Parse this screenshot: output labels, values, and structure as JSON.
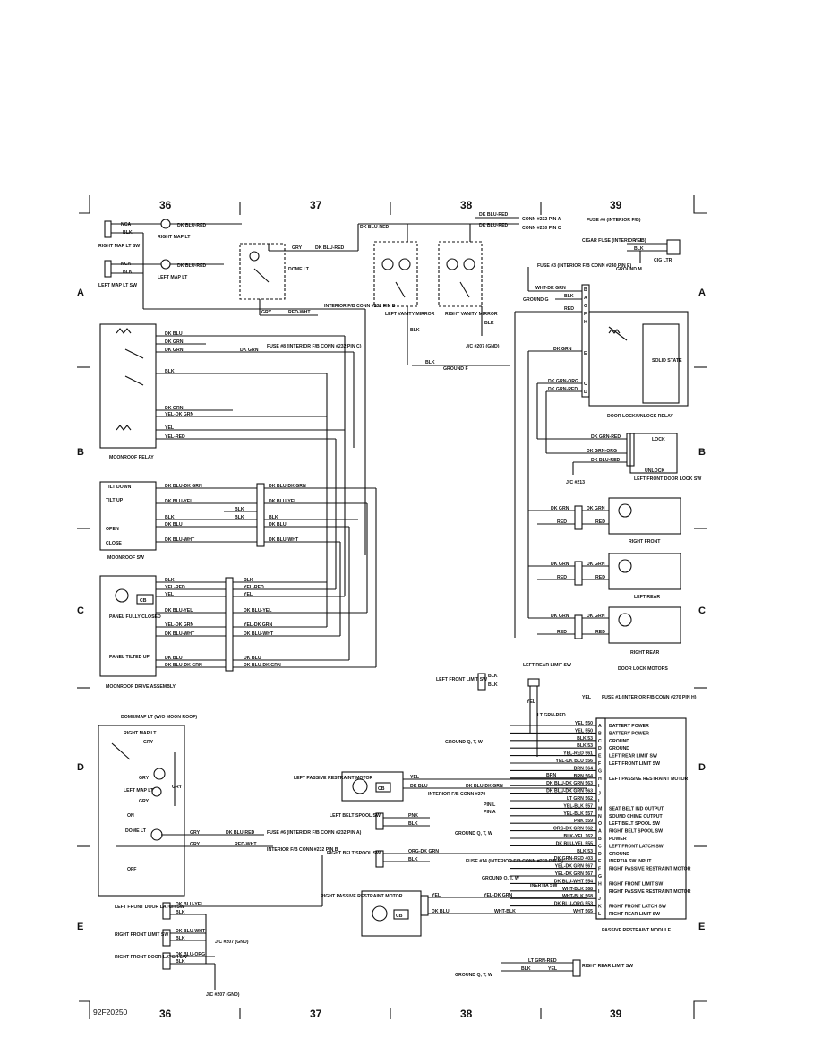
{
  "grid": {
    "top_numbers": [
      "36",
      "37",
      "38",
      "39"
    ],
    "bottom_numbers": [
      "36",
      "37",
      "38",
      "39"
    ],
    "left_letters": [
      "A",
      "B",
      "C",
      "D",
      "E"
    ],
    "right_letters": [
      "A",
      "B",
      "C",
      "D",
      "E"
    ],
    "figure_id": "92F20250"
  },
  "components": {
    "right_map_sw": "RIGHT MAP LT SW",
    "left_map_sw": "LEFT MAP LT SW",
    "right_map_lt": "RIGHT MAP LT",
    "left_map_lt": "LEFT MAP LT",
    "dome_lt": "DOME LT",
    "left_vanity": "LEFT VANITY MIRROR",
    "right_vanity": "RIGHT VANITY MIRROR",
    "moonroof_relay": "MOONROOF RELAY",
    "moonroof_sw": "MOONROOF SW",
    "moonroof_drive": "MOONROOF DRIVE ASSEMBLY",
    "door_lock_relay": "DOOR LOCK/UNLOCK RELAY",
    "solid_state": "SOLID STATE",
    "left_front_door_lock_sw": "LEFT FRONT DOOR LOCK SW",
    "right_front": "RIGHT FRONT",
    "left_rear": "LEFT REAR",
    "right_rear": "RIGHT REAR",
    "door_lock_motors": "DOOR LOCK MOTORS",
    "cig_ltr": "CIG LTR",
    "dome_map_lt": "DOME/MAP LT (W/O MOON ROOF)",
    "left_passive_motor": "LEFT PASSIVE RESTRAINT MOTOR",
    "right_passive_motor": "RIGHT PASSIVE RESTRAINT MOTOR",
    "passive_module": "PASSIVE RESTRAINT MODULE",
    "left_front_limit_sw": "LEFT FRONT LIMIT SW",
    "left_rear_limit_sw": "LEFT REAR LIMIT SW",
    "left_belt_spool": "LEFT BELT SPOOL SW",
    "right_belt_spool": "RIGHT BELT SPOOL SW",
    "left_front_latch": "LEFT FRONT DOOR LATCH SW",
    "right_front_limit": "RIGHT FRONT LIMIT SW",
    "right_front_latch": "RIGHT FRONT DOOR LATCH SW",
    "right_rear_limit": "RIGHT REAR LIMIT SW",
    "cb": "CB",
    "lock": "LOCK",
    "unlock": "UNLOCK",
    "tilt_down": "TILT DOWN",
    "tilt_up": "TILT UP",
    "open": "OPEN",
    "close": "CLOSE",
    "panel_closed": "PANEL FULLY CLOSED",
    "panel_tilted": "PANEL TILTED UP",
    "on": "ON",
    "dome_lt2": "DOME LT",
    "off": "OFF"
  },
  "refs": {
    "conn232a": "CONN #232 PIN A",
    "conn210c": "CONN #210 PIN C",
    "fuse6_top": "FUSE #6 (INTERIOR F/B)",
    "cigar_fuse": "CIGAR FUSE (INTERIOR F/B)",
    "ground_m": "GROUND M",
    "fuse3": "FUSE #3 (INTERIOR F/B CONN #240 PIN E)",
    "ground_g": "GROUND G",
    "int_fb_232b": "INTERIOR F/B CONN #232 PIN B",
    "fuse8": "FUSE #8 (INTERIOR F/B CONN #232 PIN C)",
    "jc207_gnd": "J/C #207 (GND)",
    "ground_f": "GROUND F",
    "jc213": "J/C #213",
    "fuse1": "FUSE #1 (INTERIOR F/B CONN #270 PIN H)",
    "ground_qtw": "GROUND Q, T, W",
    "int_fb_270": "INTERIOR F/B CONN #270",
    "pin_l": "PIN L",
    "pin_a": "PIN A",
    "fuse14": "FUSE #14 (INTERIOR F/B CONN #270 PIN M)",
    "inertia_sw": "INERTIA SW",
    "fuse6_bottom": "FUSE #6 (INTERIOR F/B CONN #232 PIN A)",
    "int_fb_232b2": "INTERIOR F/B CONN #232 PIN B",
    "jc207_gnd2": "J/C #207 (GND)",
    "jc207_bottom": "J/C #207 (GND)"
  },
  "module_pins": [
    {
      "pin": "A",
      "wire": "YEL 550",
      "fn": "BATTERY POWER"
    },
    {
      "pin": "B",
      "wire": "YEL 550",
      "fn": "BATTERY POWER"
    },
    {
      "pin": "C",
      "wire": "BLK 53",
      "fn": "GROUND"
    },
    {
      "pin": "D",
      "wire": "BLK 53",
      "fn": "GROUND"
    },
    {
      "pin": "E",
      "wire": "YEL-RED 561",
      "fn": "LEFT REAR LIMIT SW"
    },
    {
      "pin": "F",
      "wire": "YEL-DK BLU 556",
      "fn": "LEFT FRONT LIMIT SW"
    },
    {
      "pin": "G",
      "wire": "BRN 564",
      "fn": ""
    },
    {
      "pin": "H",
      "wire": "BRN 564",
      "fn": "LEFT PASSIVE RESTRAINT MOTOR"
    },
    {
      "pin": "I",
      "wire": "DK BLU-DK GRN 563",
      "fn": ""
    },
    {
      "pin": "J",
      "wire": "DK BLU-DK GRN 563",
      "fn": ""
    },
    {
      "pin": "L",
      "wire": "LT GRN 562",
      "fn": ""
    },
    {
      "pin": "M",
      "wire": "YEL-BLK 557",
      "fn": "SEAT BELT IND OUTPUT"
    },
    {
      "pin": "N",
      "wire": "YEL-BLK 557",
      "fn": "SOUND CHIME OUTPUT"
    },
    {
      "pin": "O",
      "wire": "PNK 559",
      "fn": "LEFT BELT SPOOL SW"
    },
    {
      "pin": "A",
      "wire": "ORG-DK GRN 562",
      "fn": "RIGHT BELT SPOOL SW"
    },
    {
      "pin": "B",
      "wire": "BLK-YEL 162",
      "fn": "POWER"
    },
    {
      "pin": "C",
      "wire": "DK BLU-YEL 555",
      "fn": "LEFT FRONT LATCH SW"
    },
    {
      "pin": "D",
      "wire": "BLK 53",
      "fn": "GROUND"
    },
    {
      "pin": "E",
      "wire": "DK GRN-RED 403",
      "fn": "INERTIA SW INPUT"
    },
    {
      "pin": "F",
      "wire": "YEL-DK GRN 567",
      "fn": "RIGHT PASSIVE RESTRAINT MOTOR"
    },
    {
      "pin": "G",
      "wire": "YEL-DK GRN 567",
      "fn": ""
    },
    {
      "pin": "H",
      "wire": "DK BLU-WHT 554",
      "fn": "RIGHT FRONT LIMIT SW"
    },
    {
      "pin": "I",
      "wire": "WHT-BLK 568",
      "fn": "RIGHT PASSIVE RESTRAINT MOTOR"
    },
    {
      "pin": "J",
      "wire": "WHT-BLK 568",
      "fn": ""
    },
    {
      "pin": "K",
      "wire": "DK BLU-ORG 553",
      "fn": "RIGHT FRONT LATCH SW"
    },
    {
      "pin": "L",
      "wire": "WHT 565",
      "fn": "RIGHT REAR LIMIT SW"
    }
  ],
  "relay_pins": [
    "B",
    "A",
    "G",
    "F",
    "H",
    "E",
    "C",
    "D"
  ],
  "wires": {
    "dk_blu_red": "DK BLU-RED",
    "blk": "BLK",
    "gry": "GRY",
    "red_wht": "RED-WHT",
    "yel": "YEL",
    "wht_dk_grn": "WHT-DK GRN",
    "red": "RED",
    "dk_grn": "DK GRN",
    "dk_grn_org": "DK GRN-ORG",
    "dk_grn_red": "DK GRN-RED",
    "dk_blu": "DK BLU",
    "yel_dk_grn": "YEL-DK GRN",
    "yel_red": "YEL-RED",
    "dk_blu_dk_grn": "DK BLU-DK GRN",
    "dk_blu_yel": "DK BLU-YEL",
    "dk_blu_wht": "DK BLU-WHT",
    "lt_grn_red": "LT GRN-RED",
    "brn": "BRN",
    "pnk": "PNK",
    "org_dk_grn": "ORG-DK GRN",
    "wht_blk": "WHT-BLK",
    "dk_blu_org": "DK BLU-ORG",
    "nca": "NCA"
  }
}
